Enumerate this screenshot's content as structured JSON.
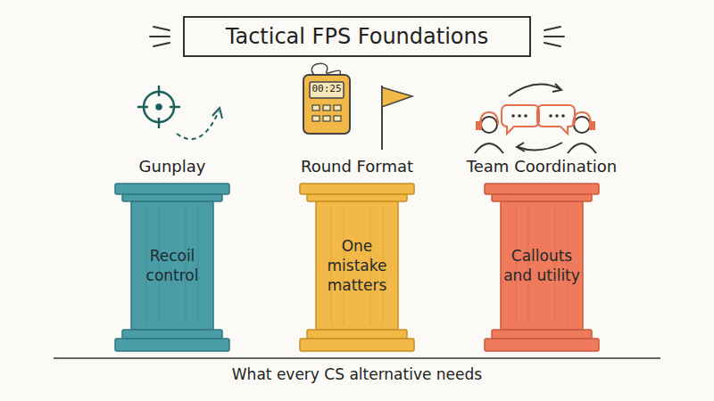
{
  "diagram": {
    "title": "Tactical FPS Foundations",
    "caption": "What every CS alternative needs",
    "nodes": [
      {
        "text": [
          "Gunplay",
          "Recoil control"
        ]
      },
      {
        "text": [
          "Round Format",
          "One mistake matters"
        ]
      },
      {
        "text": [
          "Team Coordination",
          "Callouts and utility"
        ]
      }
    ],
    "labels": [
      "00:25"
    ]
  }
}
